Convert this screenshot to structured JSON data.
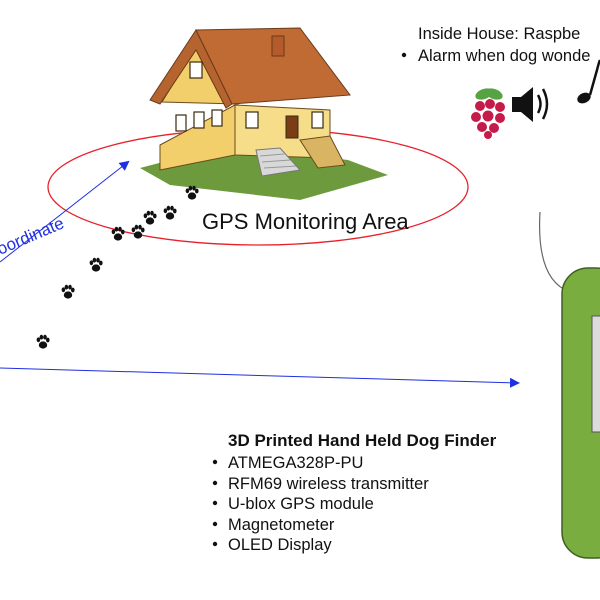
{
  "header": {
    "title": "Inside House:  Raspbe",
    "bullets": [
      "Alarm when dog wonde"
    ]
  },
  "monitoring": {
    "label": "GPS Monitoring Area",
    "ellipse_color": "#e8202a"
  },
  "coordinate": {
    "label": "oordinate",
    "arrow_color": "#1f2fe0"
  },
  "finder": {
    "title": "3D Printed Hand Held Dog Finder",
    "bullets": [
      "ATMEGA328P-PU",
      "RFM69 wireless transmitter",
      "U-blox GPS module",
      "Magnetometer",
      "OLED Display"
    ]
  },
  "icons": [
    "house-icon",
    "raspberry-pi-icon",
    "speaker-icon",
    "music-note-icon",
    "paw-print-icon"
  ],
  "colors": {
    "device_green": "#7aad3f",
    "device_border": "#3f5f22",
    "text": "#111111"
  }
}
